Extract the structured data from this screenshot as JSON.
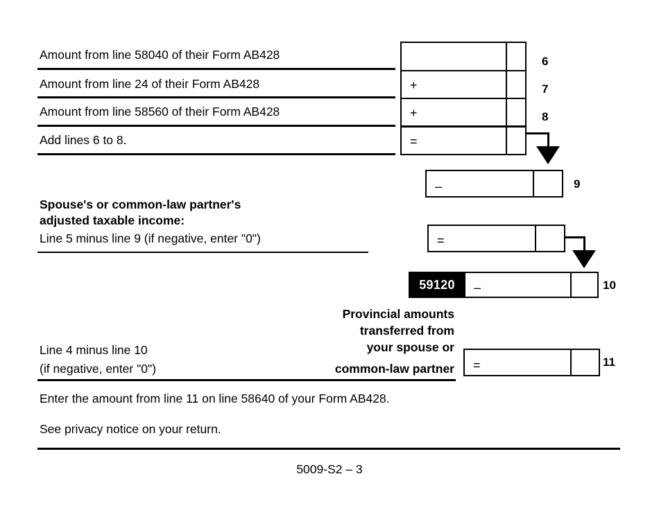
{
  "form": {
    "footer_code": "5009-S2 – 3"
  },
  "rows": [
    {
      "label": "Amount from line 58040 of their Form AB428",
      "operator": "",
      "line_number": "6"
    },
    {
      "label": "Amount from line 24 of their Form AB428",
      "operator": "+",
      "line_number": "7"
    },
    {
      "label": "Amount from line 58560 of their Form AB428",
      "operator": "+",
      "line_number": "8"
    },
    {
      "label": "Add lines 6 to 8.",
      "operator": "=",
      "line_number": ""
    }
  ],
  "line9": {
    "operator": "–",
    "line_number": "9"
  },
  "spouse_income": {
    "heading_line1": "Spouse's or common-law partner's",
    "heading_line2": "adjusted taxable income:",
    "subtext": "Line 5 minus line 9 (if negative, enter \"0\")",
    "operator": "=",
    "line_number": ""
  },
  "line10": {
    "code": "59120",
    "operator": "–",
    "line_number": "10"
  },
  "line11": {
    "left_text_line1": "Line 4 minus line 10",
    "left_text_line2": "(if negative, enter \"0\")",
    "bold_block": [
      "Provincial amounts",
      "transferred from",
      "your spouse or",
      "common-law partner"
    ],
    "operator": "=",
    "line_number": "11"
  },
  "notices": {
    "transfer_instruction": "Enter the amount from line 11 on line 58640 of your Form AB428.",
    "privacy": "See privacy notice on your return."
  },
  "colors": {
    "ink": "#000000",
    "paper": "#ffffff",
    "chip_bg": "#000000",
    "chip_fg": "#ffffff"
  }
}
